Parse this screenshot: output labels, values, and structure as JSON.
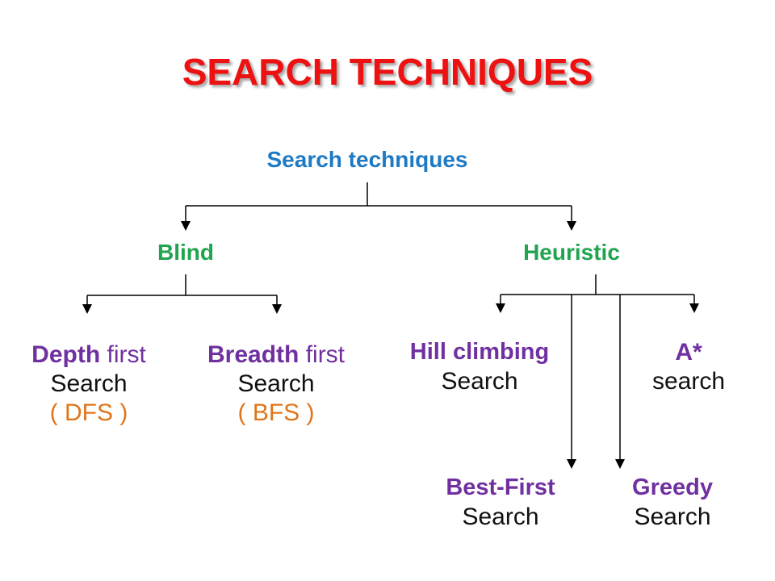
{
  "title": "SEARCH TECHNIQUES",
  "root": "Search techniques",
  "blind": {
    "label": "Blind",
    "dfs": {
      "word1": "Depth",
      "word2": "first",
      "line2": "Search",
      "line3": "( DFS )"
    },
    "bfs": {
      "word1": "Breadth",
      "word2": "first",
      "line2": "Search",
      "line3": "( BFS )"
    }
  },
  "heuristic": {
    "label": "Heuristic",
    "hill": {
      "line1": "Hill climbing",
      "line2": "Search"
    },
    "astar": {
      "line1": "A*",
      "line2": "search"
    },
    "best": {
      "line1": "Best-First",
      "line2": "Search"
    },
    "greedy": {
      "line1": "Greedy",
      "line2": "Search"
    }
  },
  "colors": {
    "title": "#ee1111",
    "root": "#1f7ac4",
    "category": "#21a44f",
    "method": "#7030a0",
    "abbreviation": "#e0751b"
  }
}
